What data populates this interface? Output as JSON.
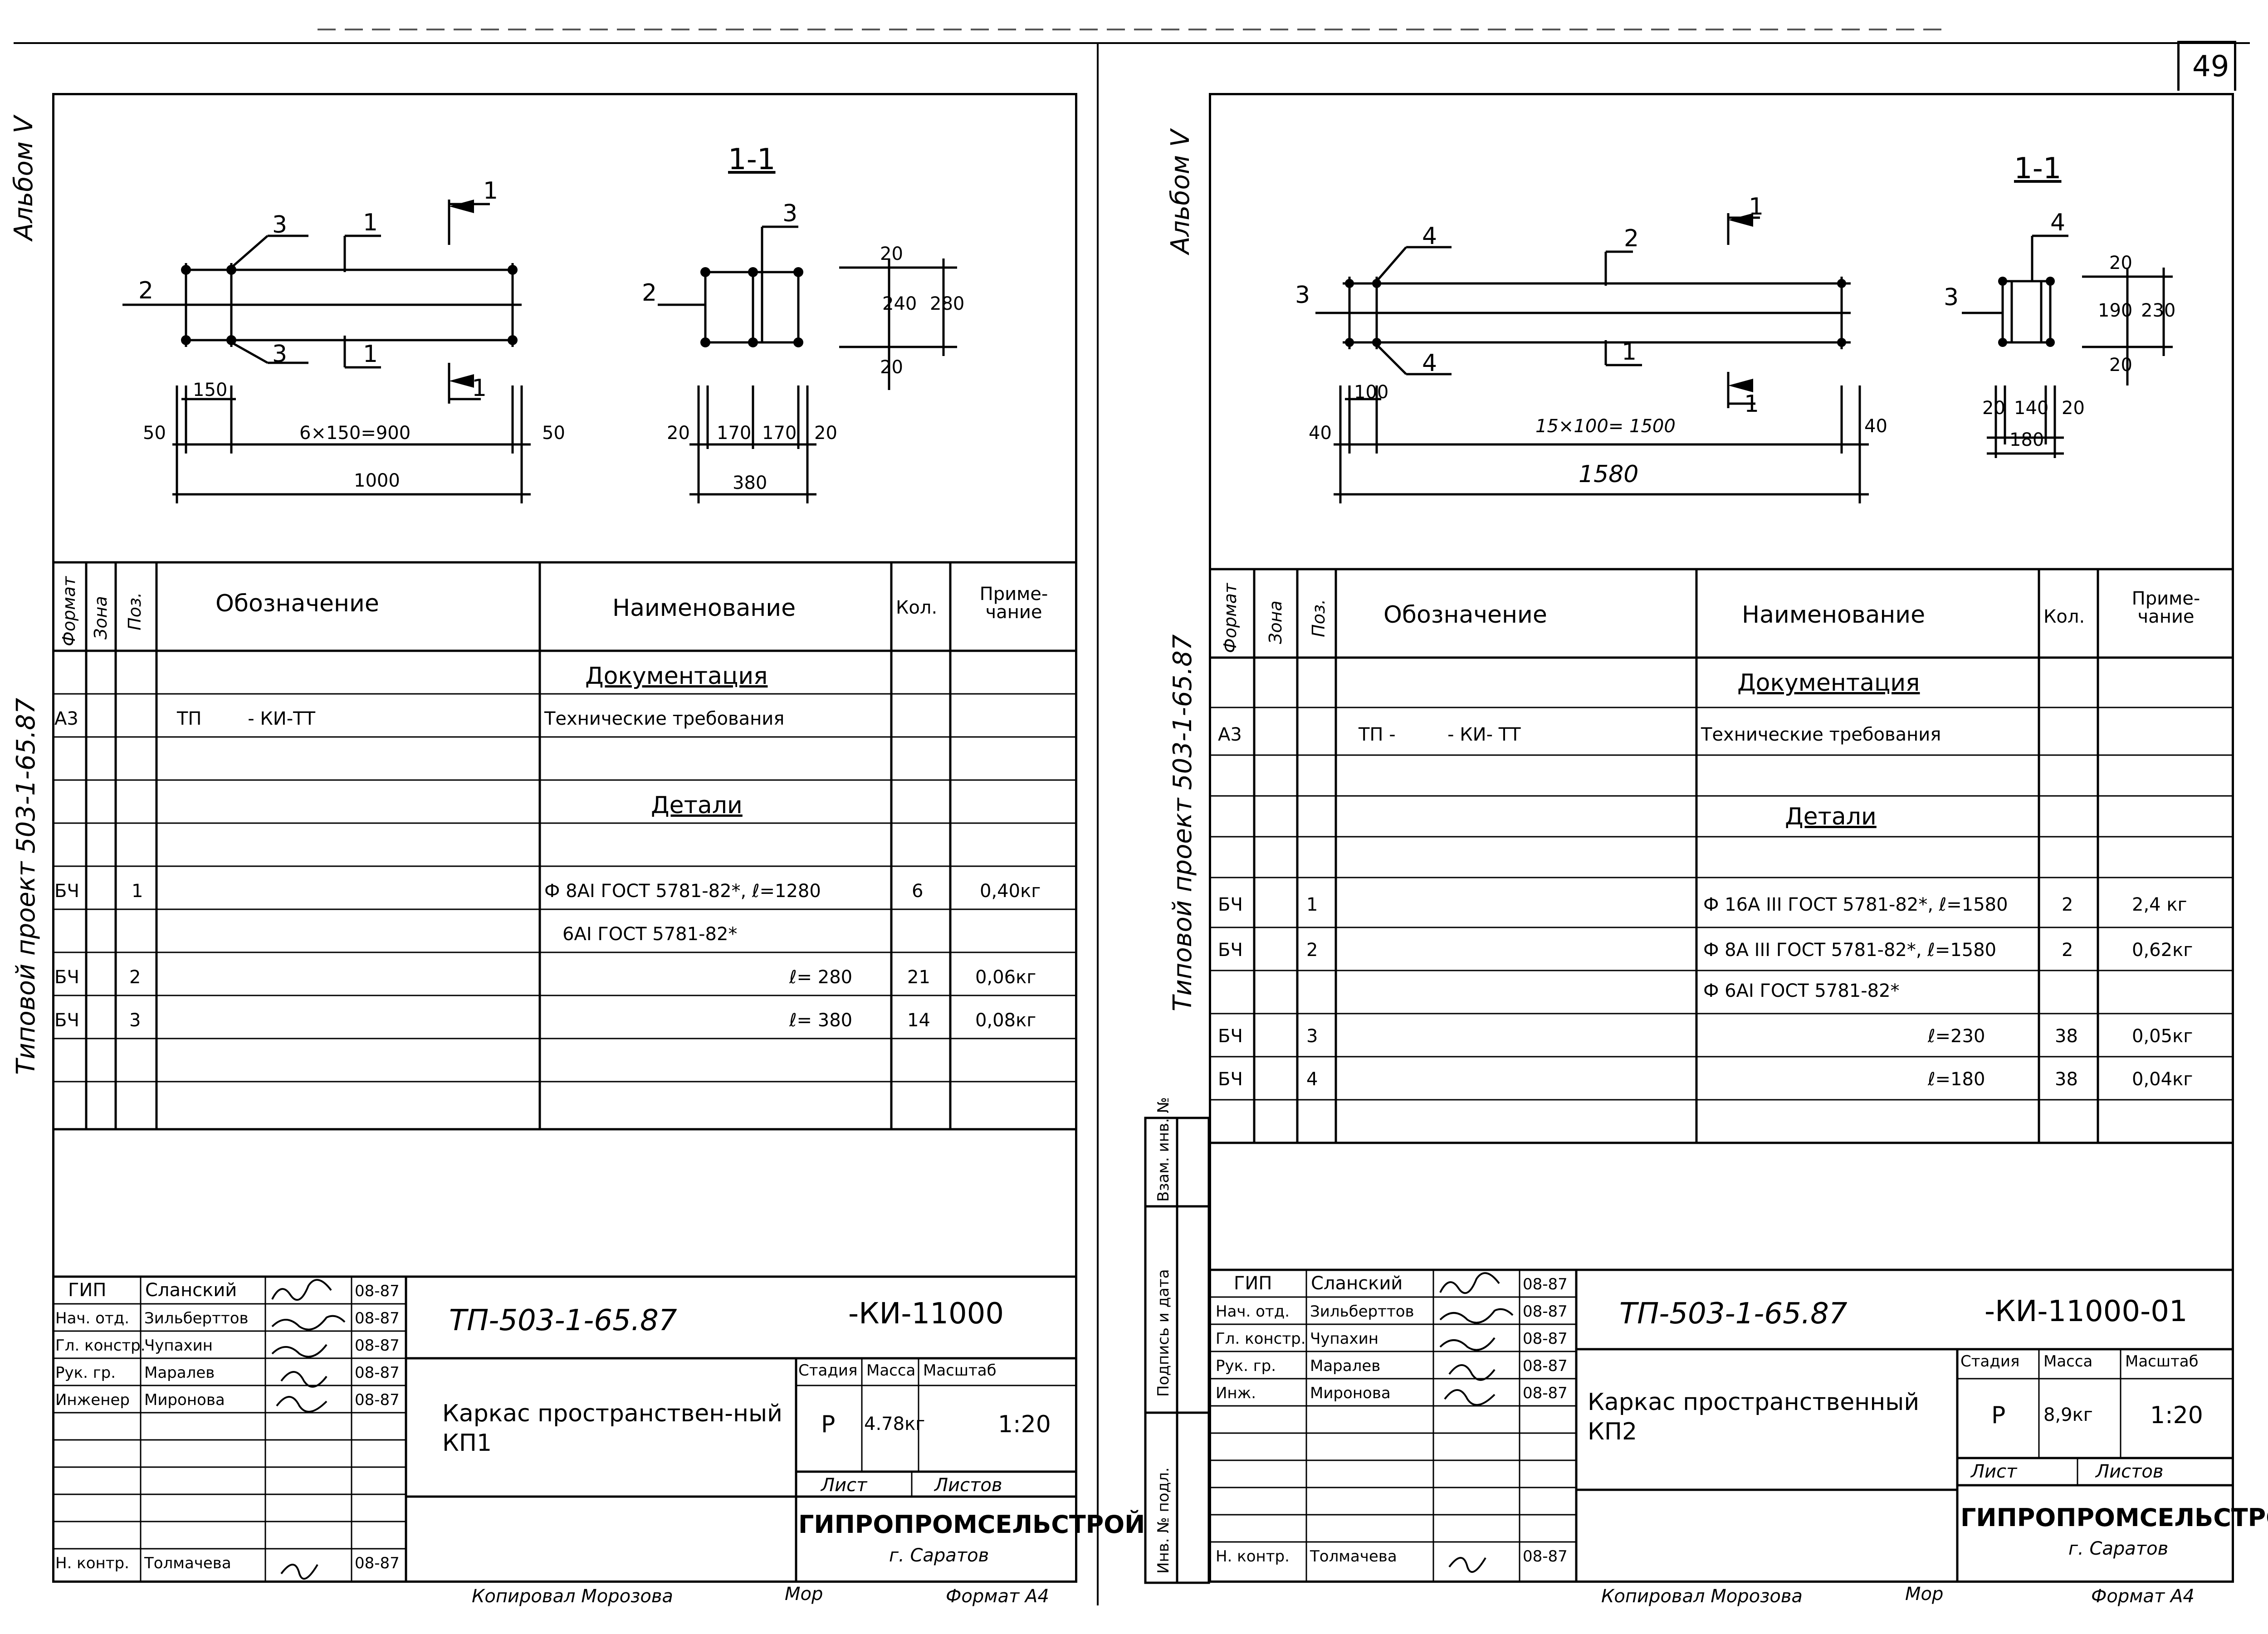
{
  "page_number": "49",
  "left": {
    "album": "Альбом V",
    "project": "Типовой проект 503-1-65.87",
    "section_label": "1-1",
    "plan_labels": {
      "p1": "1",
      "p2": "2",
      "p3a": "3",
      "p3b": "3",
      "p1b": "1",
      "cut_a": "1",
      "cut_b": "1"
    },
    "plan_dims": {
      "d150": "150",
      "d50a": "50",
      "d6x150": "6×150=900",
      "d50b": "50",
      "d1000": "1000"
    },
    "section_labels": {
      "p3": "3",
      "p2": "2"
    },
    "section_dims": {
      "d20a": "20",
      "d240": "240",
      "d280": "280",
      "d20b": "20",
      "b20a": "20",
      "b170a": "170",
      "b170b": "170",
      "b20b": "20",
      "b380": "380"
    },
    "spec": {
      "headers": [
        "Формат",
        "Зона",
        "Поз.",
        "Обозначение",
        "Наименование",
        "Кол.",
        "Приме-чание"
      ],
      "rows": [
        [
          "",
          "",
          "",
          "",
          "Документация",
          "",
          ""
        ],
        [
          "А3",
          "",
          "",
          "ТП        - КИ-ТТ",
          "Технические требования",
          "",
          ""
        ],
        [
          "",
          "",
          "",
          "",
          "Детали",
          "",
          ""
        ],
        [
          "",
          "",
          "",
          "",
          "",
          "",
          ""
        ],
        [
          "БЧ",
          "",
          "1",
          "",
          "Ф 8АI ГОСТ 5781-82*, ℓ=1280",
          "6",
          "0,40кг"
        ],
        [
          "",
          "",
          "",
          "",
          "6АI ГОСТ 5781-82*",
          "",
          ""
        ],
        [
          "БЧ",
          "",
          "2",
          "",
          "ℓ= 280",
          "21",
          "0,06кг"
        ],
        [
          "БЧ",
          "",
          "3",
          "",
          "ℓ= 380",
          "14",
          "0,08кг"
        ],
        [
          "",
          "",
          "",
          "",
          "",
          "",
          ""
        ],
        [
          "",
          "",
          "",
          "",
          "",
          "",
          ""
        ]
      ]
    },
    "stamp": {
      "people": [
        [
          "ГИП",
          "Сланский",
          "08-87"
        ],
        [
          "Нач. отд.",
          "Зильберттов",
          "08-87"
        ],
        [
          "Гл. констр.",
          "Чупахин",
          "08-87"
        ],
        [
          "Рук. гр.",
          "Маралев",
          "08-87"
        ],
        [
          "Инженер",
          "Миронова",
          "08-87"
        ],
        [
          "",
          "",
          ""
        ],
        [
          "",
          "",
          ""
        ],
        [
          "",
          "",
          ""
        ],
        [
          "Н. контр.",
          "Толмачева",
          "08-87"
        ]
      ],
      "doc_code": "ТП-503-1-65.87",
      "doc_suffix": "-КИ-11000",
      "title": "Каркас пространствен-ный КП1",
      "stage_h": "Стадия",
      "mass_h": "Масса",
      "scale_h": "Масштаб",
      "stage": "Р",
      "mass": "4.78кг",
      "scale": "1:20",
      "sheet_h": "Лист",
      "sheets_h": "Листов",
      "org": "ГИПРОПРОМСЕЛЬСТРОЙ",
      "city": "г. Саратов"
    },
    "footer": {
      "copied": "Копировал Морозова",
      "sign": "Мор",
      "format": "Формат А4"
    }
  },
  "right": {
    "album": "Альбом V",
    "project": "Типовой проект 503-1-65.87",
    "section_label": "1-1",
    "plan_labels": {
      "p4a": "4",
      "p2": "2",
      "p3": "3",
      "p4b": "4",
      "p1": "1",
      "cut_a": "1",
      "cut_b": "1"
    },
    "plan_dims": {
      "d100": "100",
      "d40a": "40",
      "d15x100": "15×100= 1500",
      "d40b": "40",
      "d1580": "1580"
    },
    "section_labels": {
      "p4": "4",
      "p3": "3"
    },
    "section_dims": {
      "d20a": "20",
      "d190": "190",
      "d230": "230",
      "d20b": "20",
      "b20a": "20",
      "b140": "140",
      "b20b": "20",
      "b180": "180"
    },
    "side_labels": [
      "Взам. инв. №",
      "Подпись и дата",
      "Инв. № подл."
    ],
    "spec": {
      "headers": [
        "Формат",
        "Зона",
        "Поз.",
        "Обозначение",
        "Наименование",
        "Кол.",
        "Приме-чание"
      ],
      "rows": [
        [
          "",
          "",
          "",
          "",
          "Документация",
          "",
          ""
        ],
        [
          "А3",
          "",
          "",
          "ТП -         - КИ- ТТ",
          "Технические требования",
          "",
          ""
        ],
        [
          "",
          "",
          "",
          "",
          "Детали",
          "",
          ""
        ],
        [
          "",
          "",
          "",
          "",
          "",
          "",
          ""
        ],
        [
          "БЧ",
          "",
          "1",
          "",
          "Ф 16А III ГОСТ 5781-82*, ℓ=1580",
          "2",
          "2,4 кг"
        ],
        [
          "БЧ",
          "",
          "2",
          "",
          "Ф 8А III ГОСТ 5781-82*, ℓ=1580",
          "2",
          "0,62кг"
        ],
        [
          "",
          "",
          "",
          "",
          "Ф 6АI ГОСТ 5781-82*",
          "",
          ""
        ],
        [
          "БЧ",
          "",
          "3",
          "",
          "ℓ=230",
          "38",
          "0,05кг"
        ],
        [
          "БЧ",
          "",
          "4",
          "",
          "ℓ=180",
          "38",
          "0,04кг"
        ],
        [
          "",
          "",
          "",
          "",
          "",
          "",
          ""
        ]
      ]
    },
    "stamp": {
      "people": [
        [
          "ГИП",
          "Сланский",
          "08-87"
        ],
        [
          "Нач. отд.",
          "Зильберттов",
          "08-87"
        ],
        [
          "Гл. констр.",
          "Чупахин",
          "08-87"
        ],
        [
          "Рук. гр.",
          "Маралев",
          "08-87"
        ],
        [
          "Инж.",
          "Миронова",
          "08-87"
        ],
        [
          "",
          "",
          ""
        ],
        [
          "",
          "",
          ""
        ],
        [
          "",
          "",
          ""
        ],
        [
          "Н. контр.",
          "Толмачева",
          "08-87"
        ]
      ],
      "doc_code": "ТП-503-1-65.87",
      "doc_suffix": "-КИ-11000-01",
      "title": "Каркас пространственный КП2",
      "stage_h": "Стадия",
      "mass_h": "Масса",
      "scale_h": "Масштаб",
      "stage": "Р",
      "mass": "8,9кг",
      "scale": "1:20",
      "sheet_h": "Лист",
      "sheets_h": "Листов",
      "org": "ГИПРОПРОМСЕЛЬСТРОЙ",
      "city": "г. Саратов"
    },
    "footer": {
      "copied": "Копировал Морозова",
      "sign": "Мор",
      "format": "Формат А4"
    }
  }
}
